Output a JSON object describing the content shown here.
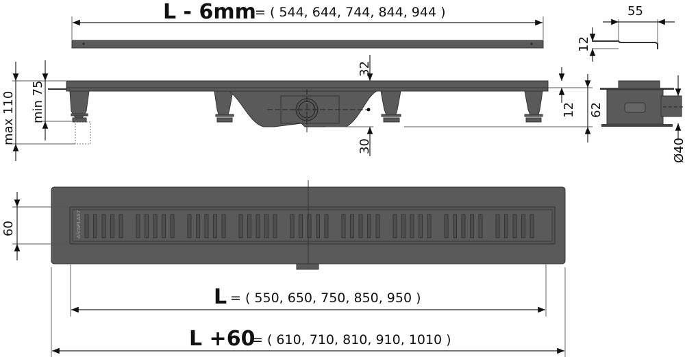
{
  "title_top": {
    "main": "L - 6mm",
    "values": "= ( 544, 644, 744, 844, 944 )"
  },
  "title_mid": {
    "main": "L",
    "values": "= ( 550, 650, 750, 850, 950 )"
  },
  "title_bottom": {
    "main": "L +60",
    "values": "= ( 610, 710, 810, 910, 1010 )"
  },
  "dims": {
    "max_height": "max 110",
    "min_height": "min 75",
    "top_offset": "32",
    "bottom_offset": "30",
    "flange": "12",
    "height": "62",
    "profile_height": "12",
    "profile_width": "55",
    "outlet_diameter": "Ø40",
    "grate_width": "60"
  },
  "logo": "AlcaPLAST",
  "colors": {
    "body": "#5a5a5a",
    "line": "#222222"
  }
}
